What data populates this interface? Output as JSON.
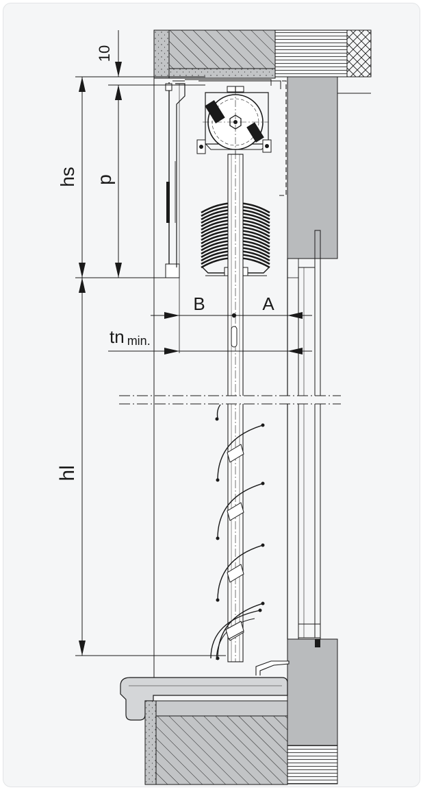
{
  "diagram": {
    "labels": {
      "top_offset": "10",
      "hs": "hs",
      "p": "p",
      "hl": "hl",
      "b": "B",
      "a": "A",
      "tn": "tn",
      "tn_sub": "min."
    },
    "colors": {
      "card_bg": "#f5f6f7",
      "line": "#1a1a1a",
      "wall_grey": "#b9bbbd",
      "sill_grey": "#d4d6d8"
    },
    "icons": {
      "dimension_arrow": "arrow-icon",
      "motor": "gear-icon"
    }
  }
}
